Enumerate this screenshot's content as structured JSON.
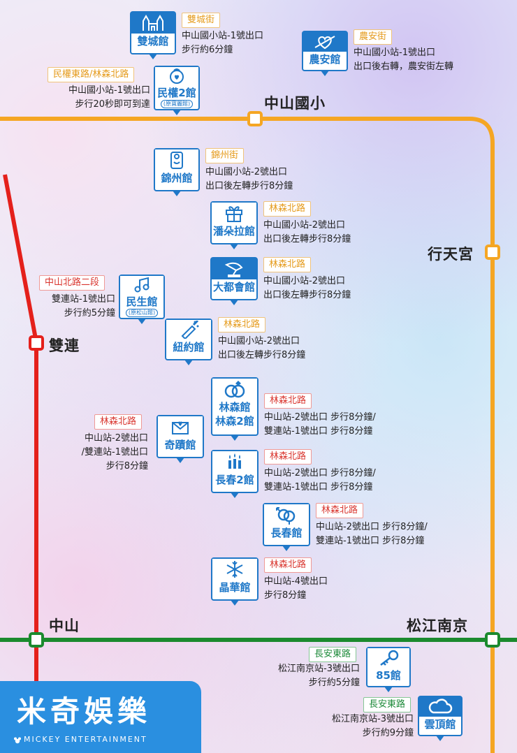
{
  "stations": {
    "zhongshan_elem": "中山國小",
    "xingtian": "行天宮",
    "shuanglian": "雙連",
    "zhongshan": "中山",
    "songjiang": "松江南京"
  },
  "venues": [
    {
      "id": "shuangcheng",
      "name": "雙城館",
      "sub": "",
      "icon": "castle-icon",
      "tag": "雙城街",
      "tag_color": "orange",
      "lines": [
        "中山國小站-1號出口",
        "步行約6分鐘"
      ]
    },
    {
      "id": "nongan",
      "name": "農安館",
      "sub": "",
      "icon": "heart-arrow-icon",
      "tag": "農安街",
      "tag_color": "orange",
      "lines": [
        "中山國小站-1號出口",
        "出口後右轉，農安街左轉"
      ]
    },
    {
      "id": "minquan2",
      "name": "民權2館",
      "sub": "(原寶麗館)",
      "icon": "lock-heart-icon",
      "tag": "民權東路/林森北路",
      "tag_color": "orange",
      "lines": [
        "中山國小站-1號出口",
        "步行20秒即可到達"
      ]
    },
    {
      "id": "jinzhou",
      "name": "錦州館",
      "sub": "",
      "icon": "door-hanger-icon",
      "tag": "錦州街",
      "tag_color": "orange",
      "lines": [
        "中山國小站-2號出口",
        "出口後左轉步行8分鐘"
      ]
    },
    {
      "id": "pandora",
      "name": "潘朵拉館",
      "sub": "",
      "icon": "gift-icon",
      "tag": "林森北路",
      "tag_color": "orange",
      "lines": [
        "中山國小站-2號出口",
        "出口後左轉步行8分鐘"
      ]
    },
    {
      "id": "dadu",
      "name": "大都會館",
      "sub": "",
      "icon": "gramophone-icon",
      "tag": "林森北路",
      "tag_color": "orange",
      "lines": [
        "中山國小站-2號出口",
        "出口後左轉步行8分鐘"
      ]
    },
    {
      "id": "minsheng",
      "name": "民生館",
      "sub": "(原松山館)",
      "icon": "music-note-icon",
      "tag": "中山北路二段",
      "tag_color": "red",
      "lines": [
        "雙連站-1號出口",
        "步行約5分鐘"
      ]
    },
    {
      "id": "niuyue",
      "name": "紐約館",
      "sub": "",
      "icon": "champagne-icon",
      "tag": "林森北路",
      "tag_color": "orange",
      "lines": [
        "中山國小站-2號出口",
        "出口後左轉步行8分鐘"
      ]
    },
    {
      "id": "linsen",
      "name": "林森館",
      "name2": "林森2館",
      "sub": "",
      "icon": "rings-icon",
      "tag": "林森北路",
      "tag_color": "red",
      "lines": [
        "中山站-2號出口 步行8分鐘/",
        "雙連站-1號出口 步行8分鐘"
      ]
    },
    {
      "id": "qiji",
      "name": "奇蹟館",
      "sub": "",
      "icon": "love-letter-icon",
      "tag": "林森北路",
      "tag_color": "red",
      "lines": [
        "中山站-2號出口",
        "/雙連站-1號出口",
        "步行8分鐘"
      ]
    },
    {
      "id": "changchun2",
      "name": "長春2館",
      "sub": "",
      "icon": "candles-icon",
      "tag": "林森北路",
      "tag_color": "red",
      "lines": [
        "中山站-2號出口 步行8分鐘/",
        "雙連站-1號出口 步行8分鐘"
      ]
    },
    {
      "id": "changchun",
      "name": "長春館",
      "sub": "",
      "icon": "gender-symbols-icon",
      "tag": "林森北路",
      "tag_color": "red",
      "lines": [
        "中山站-2號出口 步行8分鐘/",
        "雙連站-1號出口 步行8分鐘"
      ]
    },
    {
      "id": "jinghua",
      "name": "晶華館",
      "sub": "",
      "icon": "snowflake-icon",
      "tag": "林森北路",
      "tag_color": "red",
      "lines": [
        "中山站-4號出口",
        "步行8分鐘"
      ]
    },
    {
      "id": "v85",
      "name": "85館",
      "sub": "",
      "icon": "key-icon",
      "tag": "長安東路",
      "tag_color": "green",
      "lines": [
        "松江南京站-3號出口",
        "步行約5分鐘"
      ]
    },
    {
      "id": "yunding",
      "name": "雲頂館",
      "sub": "",
      "icon": "cloud-icon",
      "tag": "長安東路",
      "tag_color": "green",
      "lines": [
        "松江南京站-3號出口",
        "步行約9分鐘"
      ]
    }
  ],
  "brand": {
    "name_zh": "米奇娛樂",
    "name_en": "MICKEY ENTERTAINMENT"
  },
  "colors": {
    "orange_line": "#f5a623",
    "red_line": "#e4201b",
    "green_line": "#1b8a2e",
    "venue_blue": "#1f78c8"
  }
}
